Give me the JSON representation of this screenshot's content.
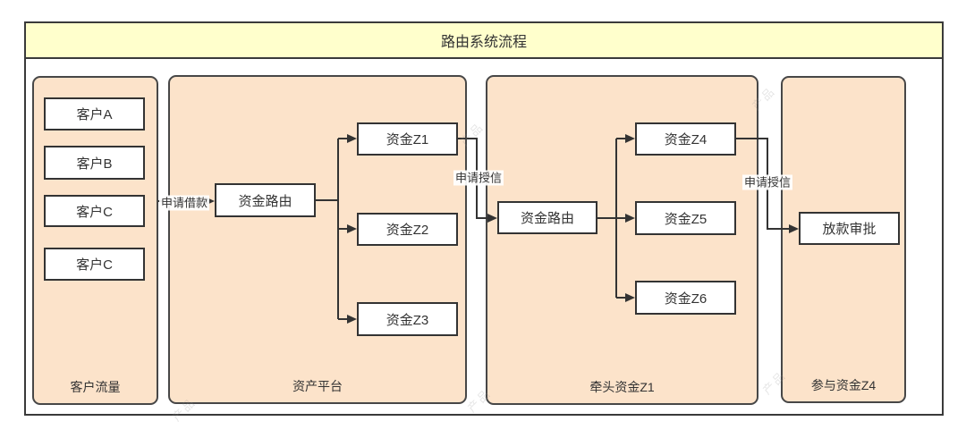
{
  "title": "路由系统流程",
  "colors": {
    "title_bg": "#ffffcc",
    "panel_bg": "#fce3ca",
    "node_bg": "#ffffff",
    "border": "#3a3a3a",
    "connector": "#333333"
  },
  "panels": [
    {
      "label": "客户流量",
      "nodes": [
        "客户A",
        "客户B",
        "客户C",
        "客户C"
      ]
    },
    {
      "label": "资产平台",
      "nodes": [
        "资金路由",
        "资金Z1",
        "资金Z2",
        "资金Z3"
      ]
    },
    {
      "label": "牵头资金Z1",
      "nodes": [
        "资金路由",
        "资金Z4",
        "资金Z5",
        "资金Z6"
      ]
    },
    {
      "label": "参与资金Z4",
      "nodes": [
        "放款审批"
      ]
    }
  ],
  "edge_labels": [
    "申请借款",
    "申请授信",
    "申请授信"
  ],
  "watermark": "产品"
}
